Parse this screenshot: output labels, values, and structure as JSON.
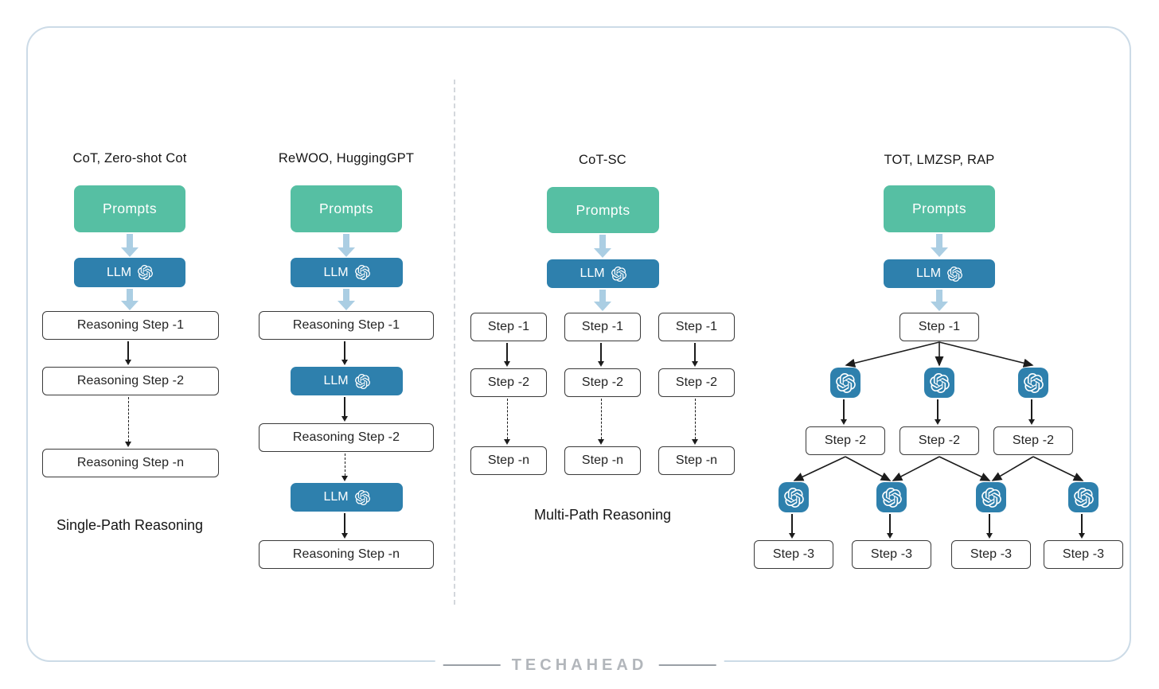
{
  "colors": {
    "green": "#56BFA3",
    "blue": "#2E80AD",
    "arrow-light": "#ABCEE3",
    "ink": "#1d1d1f",
    "card-border": "#ccdbe7"
  },
  "sections": {
    "single": {
      "caption": "Single-Path Reasoning",
      "col1": {
        "title": "CoT, Zero-shot Cot",
        "prompts": "Prompts",
        "llm": "LLM",
        "steps": [
          "Reasoning Step -1",
          "Reasoning Step -2",
          "Reasoning Step -n"
        ]
      },
      "col2": {
        "title": "ReWOO, HuggingGPT",
        "prompts": "Prompts",
        "llm": "LLM",
        "steps": [
          "Reasoning Step -1",
          "Reasoning Step -2",
          "Reasoning Step -n"
        ]
      }
    },
    "multi": {
      "caption": "Multi-Path Reasoning",
      "col3": {
        "title": "CoT-SC",
        "prompts": "Prompts",
        "llm": "LLM",
        "paths": [
          {
            "s1": "Step -1",
            "s2": "Step -2",
            "sn": "Step -n"
          },
          {
            "s1": "Step -1",
            "s2": "Step -2",
            "sn": "Step -n"
          },
          {
            "s1": "Step -1",
            "s2": "Step -2",
            "sn": "Step -n"
          }
        ]
      },
      "col4": {
        "title": "TOT, LMZSP, RAP",
        "prompts": "Prompts",
        "llm": "LLM",
        "step1": "Step -1",
        "step2": [
          "Step -2",
          "Step -2",
          "Step -2"
        ],
        "step3": [
          "Step -3",
          "Step -3",
          "Step -3",
          "Step -3"
        ]
      }
    }
  },
  "footer": {
    "brand": "TECHAHEAD"
  }
}
